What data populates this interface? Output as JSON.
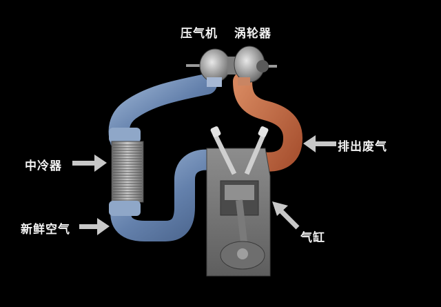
{
  "labels": {
    "compressor": "压气机",
    "turbine": "涡轮器",
    "intercooler": "中冷器",
    "exhaust": "排出废气",
    "fresh_air": "新鲜空气",
    "cylinder": "气缸"
  },
  "colors": {
    "background": "#000000",
    "cold_pipe": "#7d9cc8",
    "hot_pipe": "#d5784a",
    "metal": "#9a9a9a",
    "arrow": "#c8c8c8",
    "text": "#f2f2f2"
  }
}
